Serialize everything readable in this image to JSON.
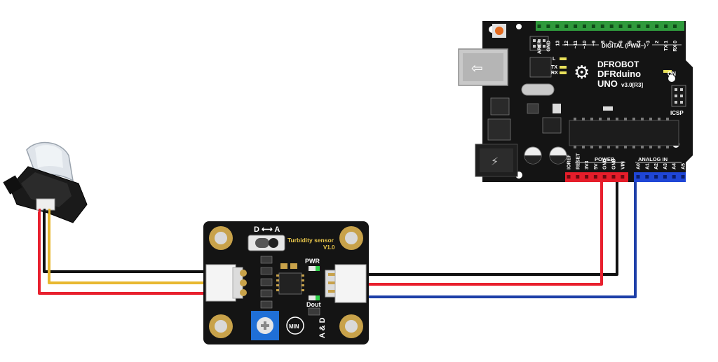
{
  "colors": {
    "wire_black": "#111111",
    "wire_red": "#e8202e",
    "wire_yellow": "#e8b830",
    "wire_blue": "#1d3fa8",
    "board": "#141414",
    "header_green": "#2f9a3c",
    "header_red": "#e51d2a",
    "header_blue": "#1f46d6",
    "mount_gold": "#c8a24a",
    "pot_blue": "#1f6fd6"
  },
  "turbidity_module": {
    "mode_label": "D ⟷ A",
    "title": "Turbidity sensor",
    "version": "V1.0",
    "pwr_label": "PWR",
    "dout_label": "Dout",
    "min_label": "MIN",
    "ad_label": "A & D"
  },
  "arduino": {
    "brand": "DFROBOT",
    "model": "DFRduino",
    "uno_label": "UNO",
    "version": "v3.0[R3]",
    "digital_label": "DIGITAL (PWM~)",
    "on_label": "ON",
    "icsp_label": "ICSP",
    "power_label": "POWER",
    "analog_label": "ANALOG IN",
    "tx_label": "TX",
    "rx_label": "RX",
    "l_label": "L",
    "digital_pins": [
      "AREF",
      "GND",
      "13",
      "12",
      "~11",
      "~10",
      "~9",
      "8",
      "7",
      "~6",
      "~5",
      "4",
      "~3",
      "2",
      "TX 1",
      "RX 0"
    ],
    "power_pins": [
      "IOREF",
      "RESET",
      "3V3",
      "5V",
      "GND",
      "GND",
      "VIN"
    ],
    "analog_pins": [
      "A0",
      "A1",
      "A2",
      "A3",
      "A4",
      "A5"
    ]
  }
}
